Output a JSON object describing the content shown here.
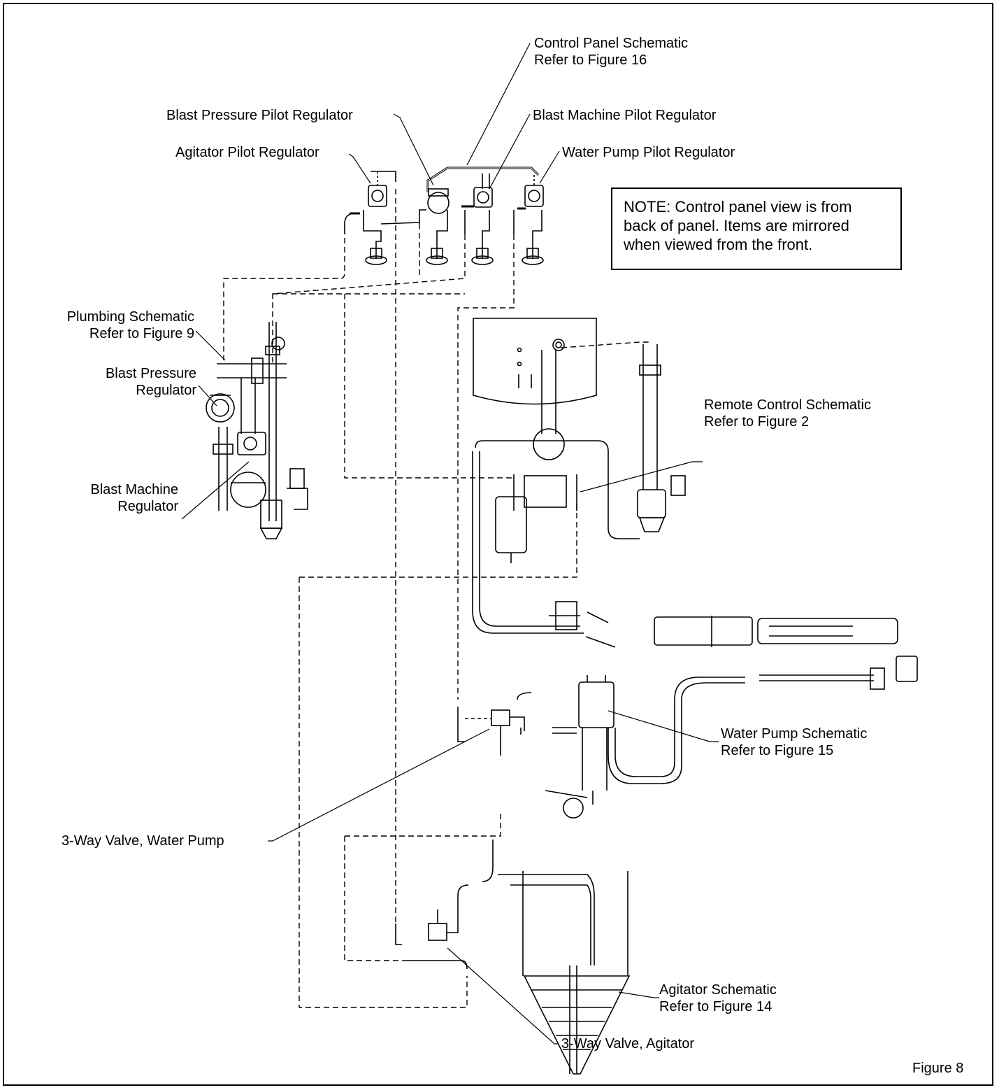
{
  "labels": {
    "control_panel": [
      "Control Panel Schematic",
      "Refer to Figure 16"
    ],
    "blast_pressure_pilot": "Blast Pressure Pilot Regulator",
    "blast_machine_pilot": "Blast Machine Pilot Regulator",
    "agitator_pilot": "Agitator Pilot Regulator",
    "water_pump_pilot": "Water Pump Pilot Regulator",
    "plumbing": [
      "Plumbing Schematic",
      "Refer to Figure 9"
    ],
    "blast_pressure_regulator": [
      "Blast Pressure",
      "Regulator"
    ],
    "blast_machine_regulator": [
      "Blast Machine",
      "Regulator"
    ],
    "remote_control": [
      "Remote Control Schematic",
      "Refer to Figure 2"
    ],
    "water_pump_schematic": [
      "Water Pump Schematic",
      "Refer to Figure 15"
    ],
    "three_way_water_pump": "3-Way Valve, Water Pump",
    "agitator_schematic": [
      "Agitator Schematic",
      "Refer to Figure 14"
    ],
    "three_way_agitator": "3-Way Valve, Agitator",
    "figure": "Figure 8"
  },
  "note": [
    "NOTE: Control panel view is from",
    "back of panel. Items are mirrored",
    "when viewed from the front."
  ]
}
